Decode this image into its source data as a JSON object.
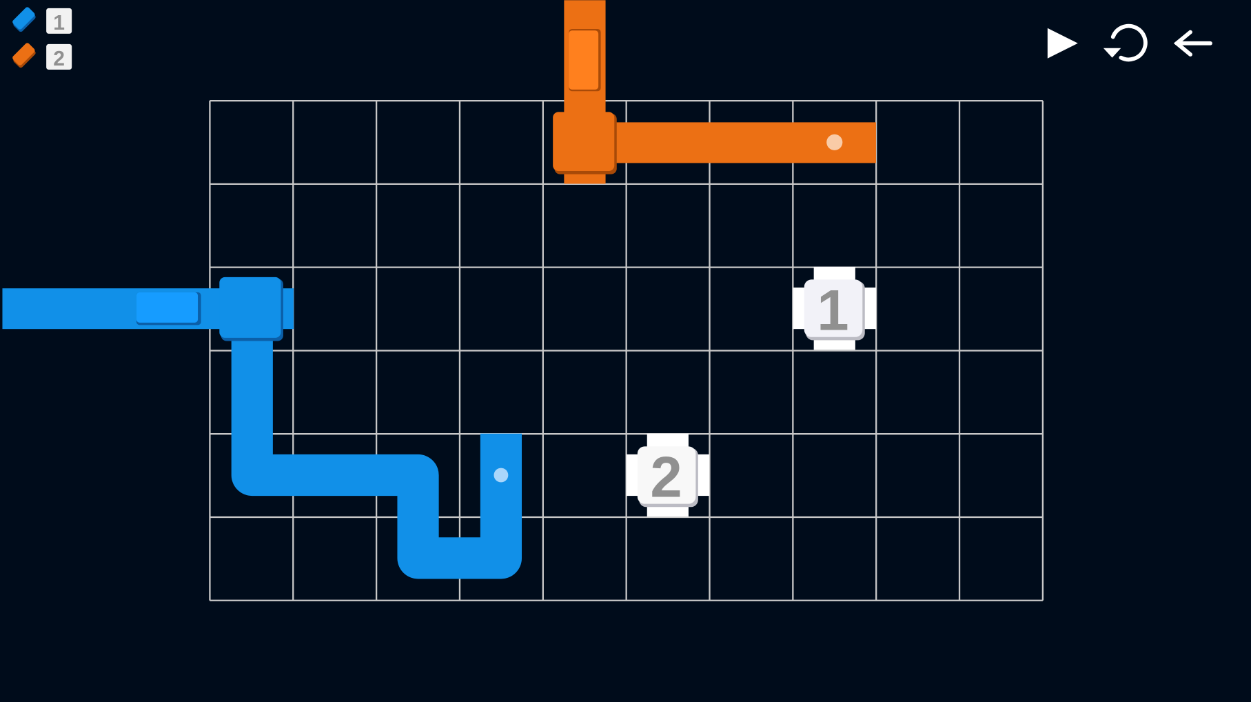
{
  "legend": [
    {
      "color": "#1190e8",
      "count": "1",
      "icon": "blue-pipe-piece-icon"
    },
    {
      "color": "#ec7014",
      "count": "2",
      "icon": "orange-pipe-piece-icon"
    }
  ],
  "toolbar": {
    "play_icon": "play-icon",
    "restart_icon": "restart-icon",
    "back_icon": "back-arrow-icon"
  },
  "board": {
    "columns": 10,
    "rows": 6
  },
  "targets": [
    {
      "label": "1",
      "column": 8,
      "row": 3
    },
    {
      "label": "2",
      "column": 6,
      "row": 5
    }
  ],
  "colors": {
    "background": "#000c1b",
    "grid": "#c8c8c8",
    "blue": "#1190e8",
    "orange": "#ec7014",
    "tile": "#f2f2f8",
    "tile_number": "#909090"
  }
}
